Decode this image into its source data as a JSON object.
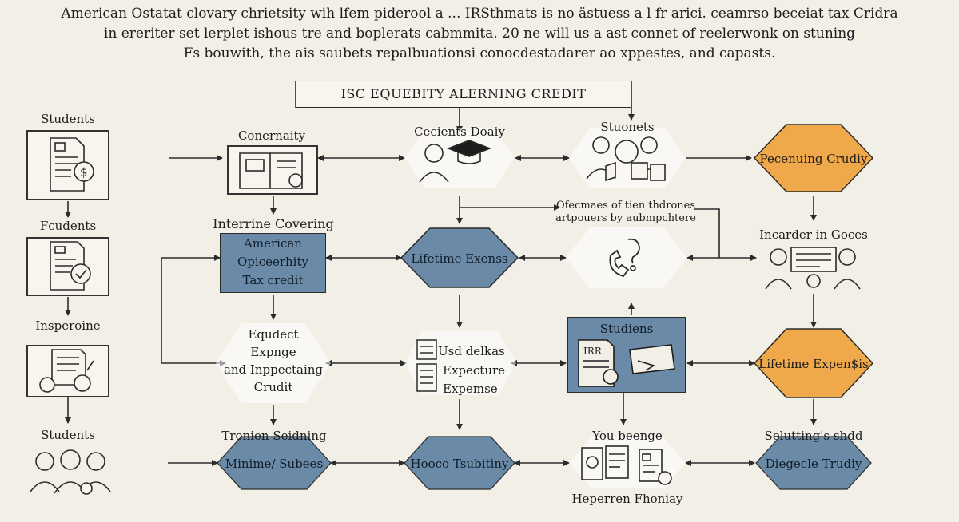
{
  "intro": {
    "line1": "American Ostatat clovary chrietsity wih lfem piderool a ... IRSthmats is no ästuess a l fr arici. ceamrso beceiat tax Cridra",
    "line2": "in ereriter set lerplet ishous tre and boplerats cabmmita. 20 ne will us a ast connet of reelerwonk on stuning",
    "line3": "Fs bouwith, the ais saubets repalbuationsi conocdestadarer ao xppestes, and capasts."
  },
  "header": {
    "title": "ISC EQUEBITY ALERNING CREDIT"
  },
  "left_column": {
    "students_top": "Students",
    "feudents": "Fcudents",
    "insperoine": "Insperoine",
    "students_bottom": "Students"
  },
  "col2": {
    "conernaity": "Conernaity",
    "interrine": "Interrine Covering",
    "aotc": [
      "American",
      "Opiceerhity",
      "Tax credit"
    ],
    "equdect": [
      "Equdect",
      "Expnge",
      "and Inppectaing",
      "Crudit"
    ],
    "tronien": "Tronien Seidning",
    "minime": "Minime/ Subees"
  },
  "col3": {
    "cecients": "Cecients Doaiy",
    "lifetime": "Lifetime Exenss",
    "usd": [
      "Usd delkas",
      "Expecture",
      "Expemse"
    ],
    "hooco": "Hooco Tsubitiny"
  },
  "col4": {
    "stuonets": "Stuonets",
    "ofecmaes": [
      "Ofecmaes of tien thdrones",
      "artpouers by aubmpchtere"
    ],
    "studiens": "Studiens",
    "irr_label": "IRR",
    "you_beenge": "You beenge",
    "heperren": "Heperren Fhoniay"
  },
  "col5": {
    "pecenuing": "Pecenuing Crudiy",
    "incarder": "Incarder in Goces",
    "lifetime": "Lifetime Expen$is",
    "selutting": "Selutting's shdd",
    "diegecle": "Diegecle Trudiy"
  },
  "colors": {
    "background": "#f2efe6",
    "blue": "#6b8aa7",
    "orange": "#efa84a",
    "line": "#2b2b2b",
    "hex_light": "#ffffff"
  }
}
